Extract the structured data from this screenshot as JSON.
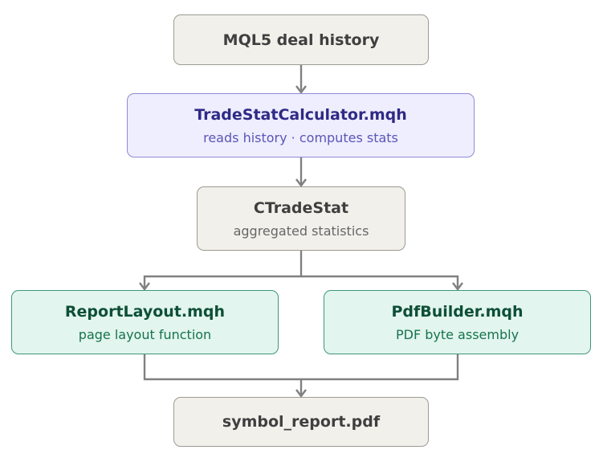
{
  "nodes": {
    "history": {
      "title": "MQL5 deal history"
    },
    "calculator": {
      "title": "TradeStatCalculator.mqh",
      "subtitle": "reads history · computes stats"
    },
    "tradestat": {
      "title": "CTradeStat",
      "subtitle": "aggregated statistics"
    },
    "layout": {
      "title": "ReportLayout.mqh",
      "subtitle": "page layout function"
    },
    "pdfbuilder": {
      "title": "PdfBuilder.mqh",
      "subtitle": "PDF byte assembly"
    },
    "report": {
      "title": "symbol_report.pdf"
    }
  },
  "edges": [
    {
      "from": "MQL5 deal history",
      "to": "TradeStatCalculator.mqh"
    },
    {
      "from": "TradeStatCalculator.mqh",
      "to": "CTradeStat"
    },
    {
      "from": "CTradeStat",
      "to": "ReportLayout.mqh"
    },
    {
      "from": "CTradeStat",
      "to": "PdfBuilder.mqh"
    },
    {
      "from": "ReportLayout.mqh",
      "to": "symbol_report.pdf"
    },
    {
      "from": "PdfBuilder.mqh",
      "to": "symbol_report.pdf"
    }
  ],
  "colors": {
    "connector": "#808080",
    "neutral_fill": "#f2f0eb",
    "accent_fill": "#eeeefe",
    "module_fill": "#e2f5ee"
  }
}
